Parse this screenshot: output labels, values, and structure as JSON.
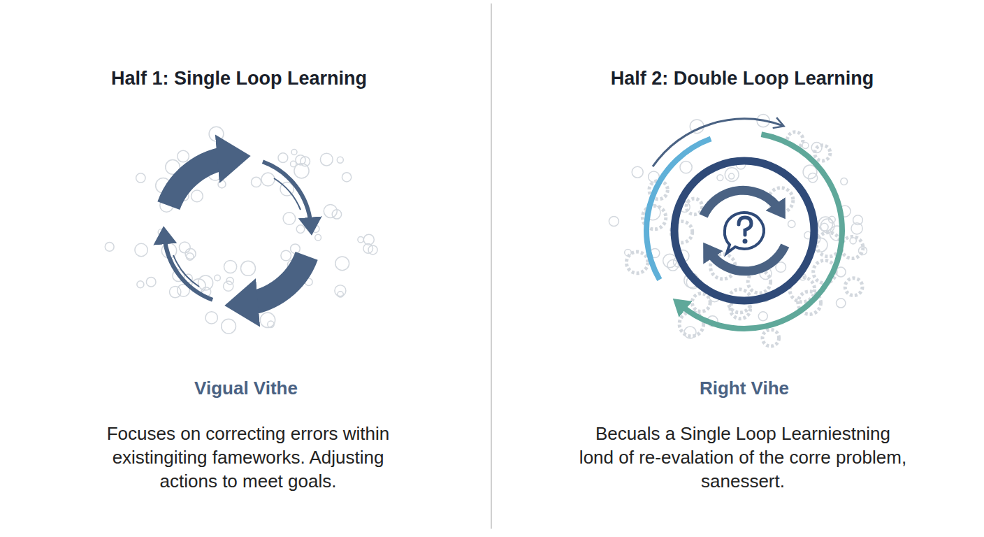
{
  "diagram": {
    "labels": [
      "Half 1: Single Loop Learning",
      "Vigual Vithe",
      "Focuses on correcting errors within existingiting fameworks. Adjusting actions to meet goals.",
      "Half 2: Double Loop Learning",
      "Right Vihe",
      "Becuals a Single Loop Learniestning lond of re-evalation of the corre problem, sanessert."
    ]
  }
}
